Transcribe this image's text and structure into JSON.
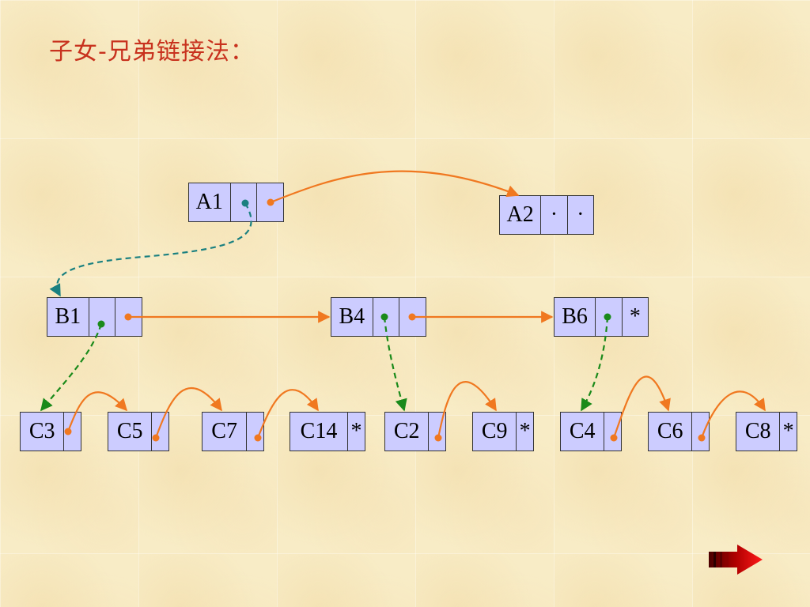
{
  "title": "子女-兄弟链接法：",
  "nodes": {
    "A1": {
      "label": "A1",
      "p1": "",
      "p2": ""
    },
    "A2": {
      "label": "A2",
      "p1": "·",
      "p2": "·"
    },
    "B1": {
      "label": "B1",
      "p1": "",
      "p2": ""
    },
    "B4": {
      "label": "B4",
      "p1": "",
      "p2": ""
    },
    "B6": {
      "label": "B6",
      "p1": "",
      "p2": "*"
    },
    "C3": {
      "label": "C3",
      "p1": ""
    },
    "C5": {
      "label": "C5",
      "p1": ""
    },
    "C7": {
      "label": "C7",
      "p1": ""
    },
    "C14": {
      "label": "C14",
      "p1": "*"
    },
    "C2": {
      "label": "C2",
      "p1": ""
    },
    "C9": {
      "label": "C9",
      "p1": "*"
    },
    "C4": {
      "label": "C4",
      "p1": ""
    },
    "C6": {
      "label": "C6",
      "p1": ""
    },
    "C8": {
      "label": "C8",
      "p1": "*"
    }
  },
  "colors": {
    "sibling_link": "#f07820",
    "child_link_top": "#1a8080",
    "child_link": "#1a8a1a",
    "node_fill": "#ccccff",
    "title": "#c8321e"
  },
  "icons": {
    "next": "next-arrow-icon"
  }
}
